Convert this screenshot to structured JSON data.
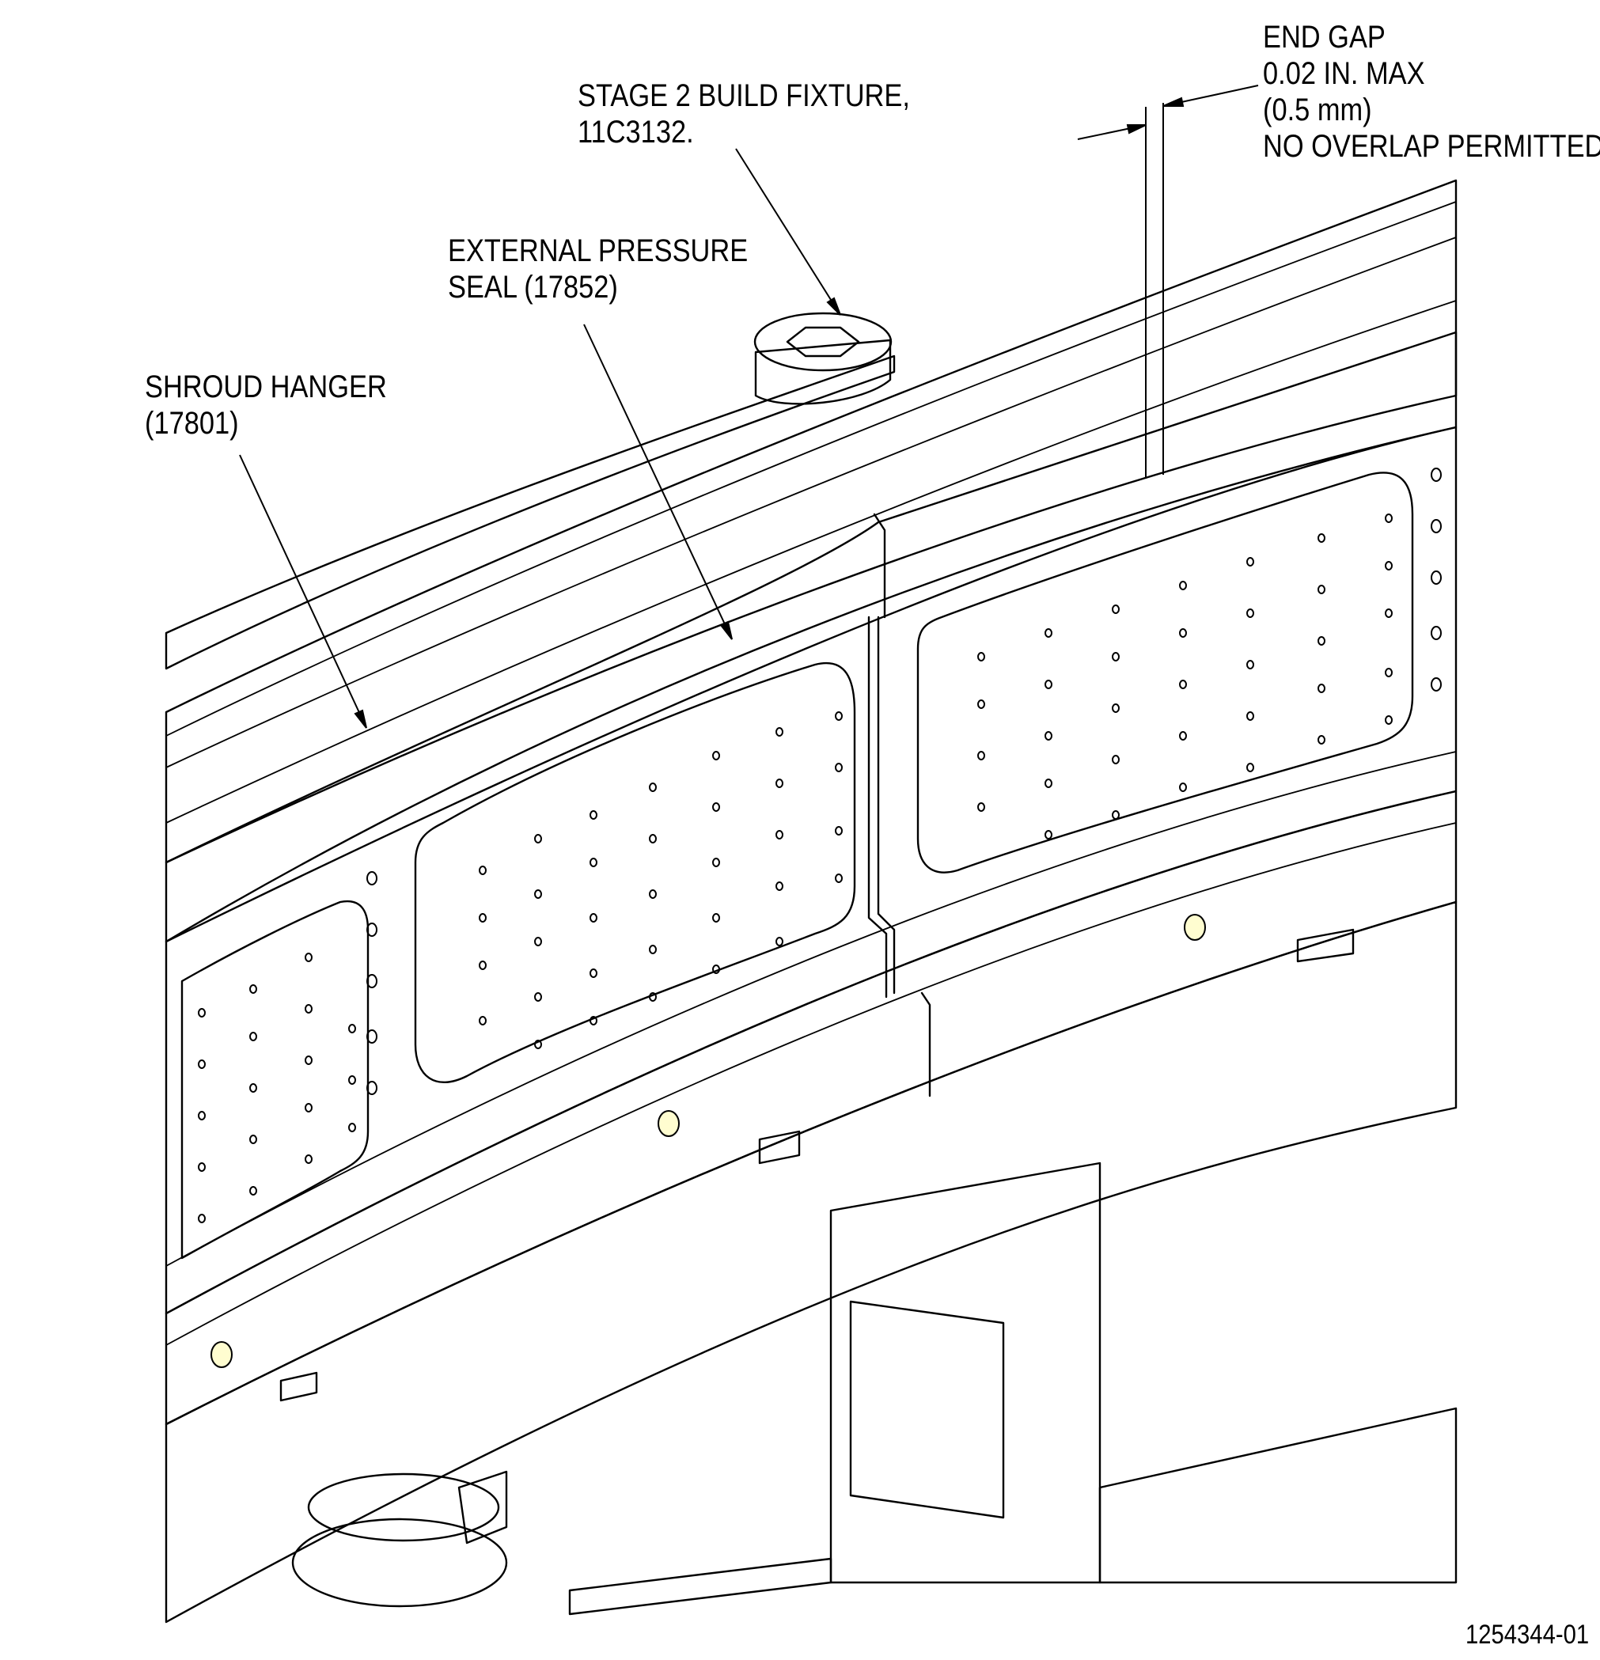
{
  "callouts": {
    "fixture": {
      "line1": "STAGE 2 BUILD FIXTURE,",
      "line2": "11C3132."
    },
    "seal": {
      "line1": "EXTERNAL PRESSURE",
      "line2": "SEAL (17852)"
    },
    "hanger": {
      "line1": "SHROUD HANGER",
      "line2": "(17801)"
    },
    "end_gap": {
      "line1": "END GAP",
      "line2": "0.02 IN. MAX",
      "line3": "(0.5 mm)",
      "line4": "NO OVERLAP PERMITTED"
    }
  },
  "document_id": "1254344-01",
  "colors": {
    "fixture_orange": "#ff9900",
    "seal_cyan": "#ccffff",
    "hanger_cream": "#ffffcc",
    "line_black": "#000000"
  }
}
